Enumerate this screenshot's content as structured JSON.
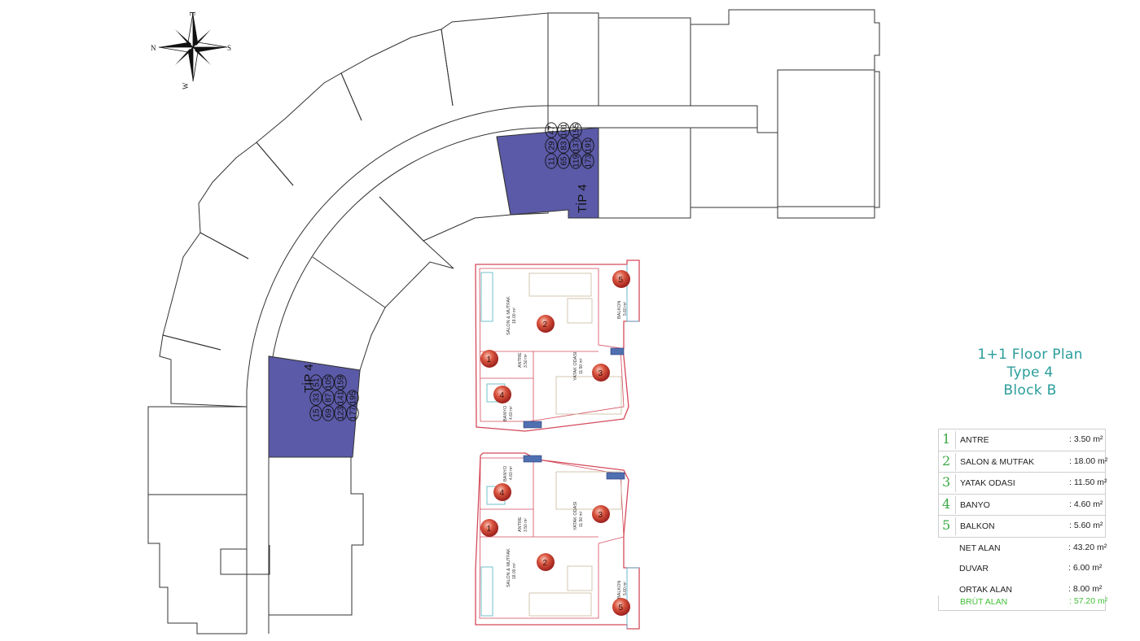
{
  "compass": {
    "labels": [
      "N",
      "E",
      "S",
      "W"
    ]
  },
  "tags": {
    "tip4_upper": "TİP 4",
    "tip4_lower": "TİP 4"
  },
  "unit_numbers": {
    "upper": [
      "11",
      "29",
      "47",
      "65",
      "83",
      "101",
      "119",
      "137",
      "155",
      "173",
      "191"
    ],
    "lower": [
      "15",
      "33",
      "51",
      "69",
      "87",
      "105",
      "123",
      "141",
      "159",
      "177",
      "195"
    ]
  },
  "title": {
    "line1": "1+1 Floor Plan",
    "line2": "Type 4",
    "line3": "Block B"
  },
  "plan_labels": {
    "salon": "SALON & MUTFAK",
    "salon_area": "18.00 m²",
    "antre": "ANTRE",
    "antre_area": "3.50 m²",
    "yatak": "YATAK ODASI",
    "yatak_area": "11.50 m²",
    "banyo": "BANYO",
    "banyo_area": "4.60 m²",
    "balkon": "BALKON",
    "balkon_area": "5.60 m²",
    "markers": [
      "1",
      "2",
      "3",
      "4",
      "5"
    ]
  },
  "areas": {
    "rooms": [
      {
        "num": "1",
        "label": "ANTRE",
        "value": ": 3.50 m²"
      },
      {
        "num": "2",
        "label": "SALON & MUTFAK",
        "value": ": 18.00 m²"
      },
      {
        "num": "3",
        "label": "YATAK ODASI",
        "value": ": 11.50 m²"
      },
      {
        "num": "4",
        "label": "BANYO",
        "value": ": 4.60 m²"
      },
      {
        "num": "5",
        "label": "BALKON",
        "value": ": 5.60 m²"
      }
    ],
    "summary": [
      {
        "label": "NET ALAN",
        "value": ": 43.20 m²"
      },
      {
        "label": "DUVAR",
        "value": ": 6.00 m²"
      },
      {
        "label": "ORTAK ALAN",
        "value": ": 8.00 m²"
      }
    ],
    "total": {
      "label": "BRÜT ALAN",
      "value": ": 57.20 m²"
    }
  },
  "colors": {
    "highlight": "#5b5aa8",
    "outline": "#333333",
    "title": "#2a9d9b",
    "marker": "#c8342c",
    "number": "#3aa845"
  }
}
